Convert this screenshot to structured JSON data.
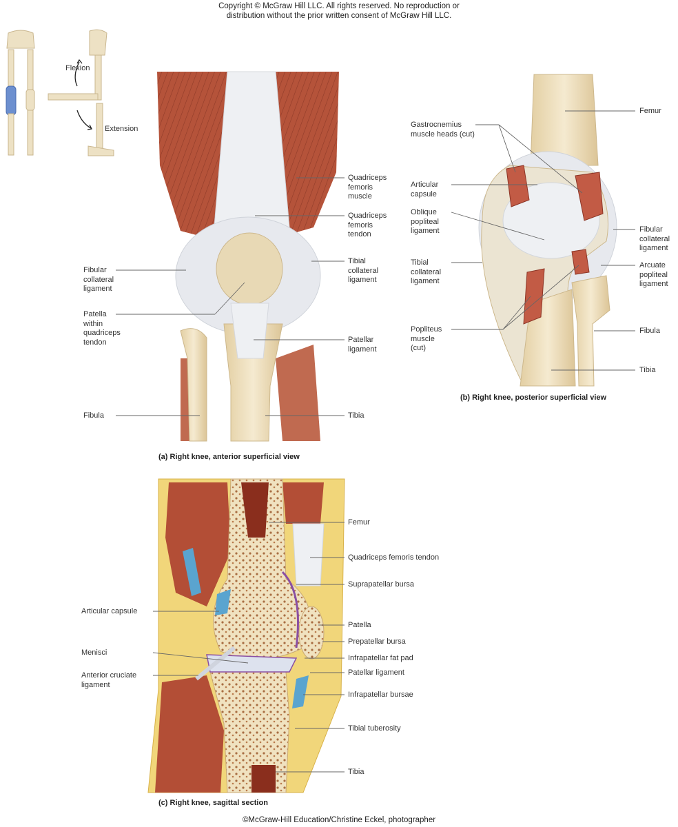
{
  "copyright": {
    "line1": "Copyright © McGraw Hill LLC. All rights reserved. No reproduction or",
    "line2": "distribution without the prior written consent of McGraw Hill LLC."
  },
  "inset": {
    "flexion": "Flexion",
    "extension": "Extension"
  },
  "panel_a": {
    "caption": "(a) Right knee, anterior superficial view",
    "labels": {
      "quad_muscle": "Quadriceps\nfemoris\nmuscle",
      "quad_tendon": "Quadriceps\nfemoris\ntendon",
      "fibular_collateral": "Fibular\ncollateral\nligament",
      "tibial_collateral": "Tibial\ncollateral\nligament",
      "patella": "Patella\nwithin\nquadriceps\ntendon",
      "patellar_ligament": "Patellar\nligament",
      "fibula": "Fibula",
      "tibia": "Tibia"
    }
  },
  "panel_b": {
    "caption": "(b) Right knee, posterior superficial view",
    "labels": {
      "femur": "Femur",
      "gastrocnemius": "Gastrocnemius\nmuscle heads (cut)",
      "articular_capsule": "Articular\ncapsule",
      "oblique_popliteal": "Oblique\npopliteal\nligament",
      "tibial_collateral": "Tibial\ncollateral\nligament",
      "popliteus": "Popliteus\nmuscle\n(cut)",
      "fibular_collateral": "Fibular\ncollateral\nligament",
      "arcuate_popliteal": "Arcuate\npopliteal\nligament",
      "fibula": "Fibula",
      "tibia": "Tibia"
    }
  },
  "panel_c": {
    "caption": "(c) Right knee, sagittal section",
    "labels": {
      "femur": "Femur",
      "quad_tendon": "Quadriceps femoris tendon",
      "suprapatellar_bursa": "Suprapatellar bursa",
      "patella": "Patella",
      "prepatellar_bursa": "Prepatellar bursa",
      "infrapatellar_fat_pad": "Infrapatellar fat pad",
      "patellar_ligament": "Patellar ligament",
      "infrapatellar_bursae": "Infrapatellar bursae",
      "tibial_tuberosity": "Tibial tuberosity",
      "tibia": "Tibia",
      "articular_capsule": "Articular capsule",
      "menisci": "Menisci",
      "acl": "Anterior cruciate\nligament"
    }
  },
  "credit": "©McGraw-Hill Education/Christine Eckel, photographer",
  "colors": {
    "muscle": "#b5533a",
    "muscle_dark": "#8c3526",
    "bone": "#ecdcb8",
    "ligament": "#e9ebf0",
    "fat": "#f1d67a",
    "bursa": "#5aa4cf",
    "membrane": "#8a4fa3"
  }
}
